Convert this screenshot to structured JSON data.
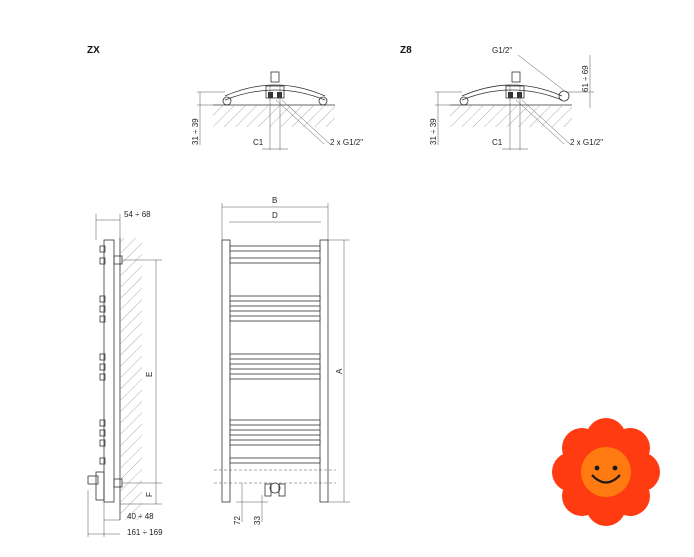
{
  "views": {
    "zx": {
      "title": "ZX",
      "dim_height": "31 ÷ 39",
      "dim_c1": "C1",
      "connection": "2 x G1/2\""
    },
    "z8": {
      "title": "Z8",
      "thread_top": "G1/2\"",
      "dim_right": "61 ÷ 69",
      "dim_height": "31 ÷ 39",
      "dim_c1": "C1",
      "connection": "2 x G1/2\""
    },
    "side": {
      "dim_top": "54 ÷ 68",
      "dim_e": "E",
      "dim_f": "F",
      "dim_bottom1": "40 ÷ 48",
      "dim_bottom2": "161 ÷ 169"
    },
    "front": {
      "dim_b": "B",
      "dim_d": "D",
      "dim_a": "A",
      "dim_72": "72",
      "dim_33": "33"
    }
  },
  "logo": {
    "name": "flower-smiley",
    "petal_color": "#ff3b12",
    "center_color": "#ff7a10",
    "face_color": "#1a1a1a"
  }
}
